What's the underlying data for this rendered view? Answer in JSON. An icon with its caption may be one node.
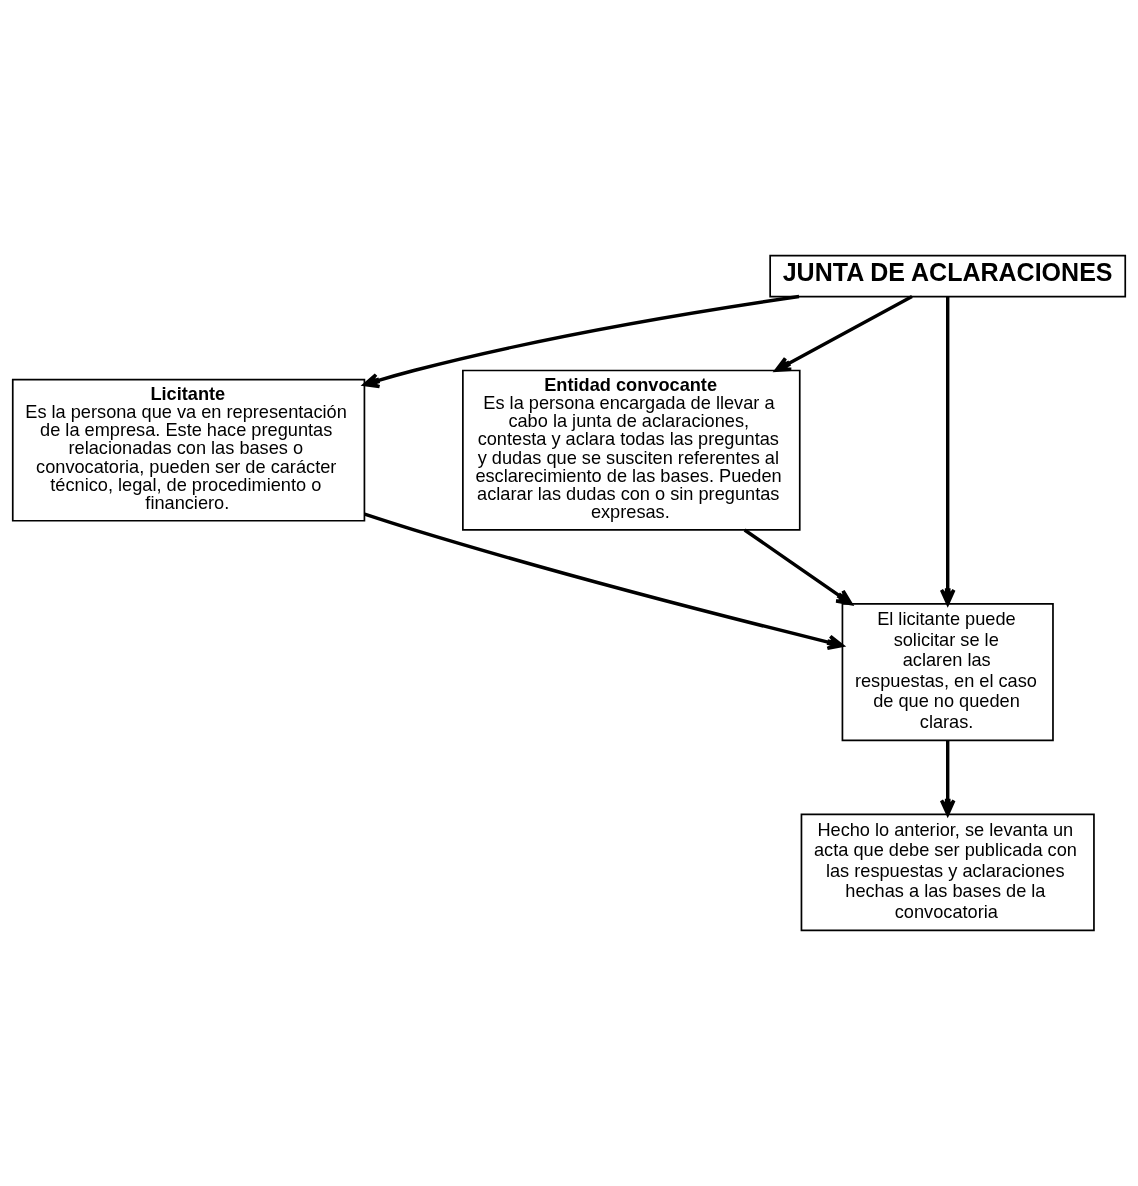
{
  "diagram": {
    "nodes": [
      {
        "text": [
          "JUNTA DE ACLARACIONES"
        ]
      },
      {
        "text": [
          "Licitante",
          "Es la persona que va en representación de la empresa. Este hace preguntas relacionadas con las bases o convocatoria, pueden ser de carácter técnico, legal, de procedimiento o financiero."
        ]
      },
      {
        "text": [
          "Entidad convocante",
          "Es la persona encargada de llevar a cabo la junta de aclaraciones, contesta y aclara todas las preguntas y dudas que se susciten referentes al esclarecimiento de las bases. Pueden aclarar las dudas con o sin preguntas expresas."
        ]
      },
      {
        "text": [
          "El licitante puede solicitar se le aclaren las respuestas, en el caso de que no queden claras."
        ]
      },
      {
        "text": [
          "Hecho lo anterior, se levanta un acta que debe ser publicada con las respuestas y aclaraciones hechas a las bases de la convocatoria"
        ]
      }
    ],
    "edges": [
      {
        "from": 0,
        "to": 1,
        "arrow": "to"
      },
      {
        "from": 0,
        "to": 3,
        "arrow": "to"
      },
      {
        "from": 0,
        "to": 2,
        "arrow": "to"
      },
      {
        "from": 1,
        "to": 3,
        "arrow": "to"
      },
      {
        "from": 2,
        "to": 3,
        "arrow": "to"
      },
      {
        "from": 3,
        "to": 4,
        "arrow": "to"
      }
    ]
  }
}
